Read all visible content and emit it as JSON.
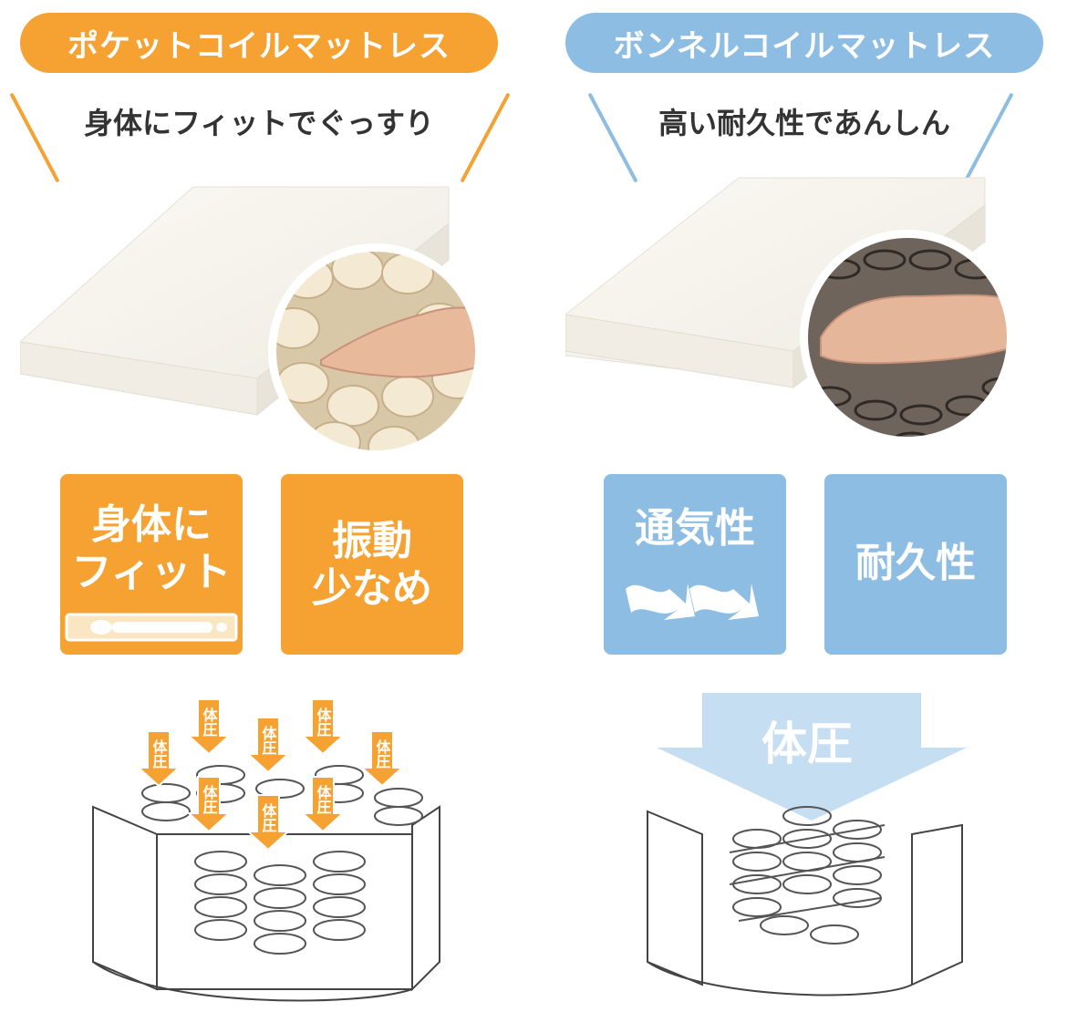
{
  "left": {
    "title": "ポケットコイルマットレス",
    "subtitle": "身体にフィットでぐっすり",
    "tile1": {
      "line1": "身体に",
      "line2": "フィット"
    },
    "tile2": {
      "line1": "振動",
      "line2": "少なめ"
    },
    "arrow_label": "体圧",
    "accent": "#f5a232"
  },
  "right": {
    "title": "ボンネルコイルマットレス",
    "subtitle": "高い耐久性であんしん",
    "tile1": {
      "line1": "通気性"
    },
    "tile2": {
      "line1": "耐久性"
    },
    "arrow_label": "体圧",
    "accent": "#8dbde3"
  }
}
